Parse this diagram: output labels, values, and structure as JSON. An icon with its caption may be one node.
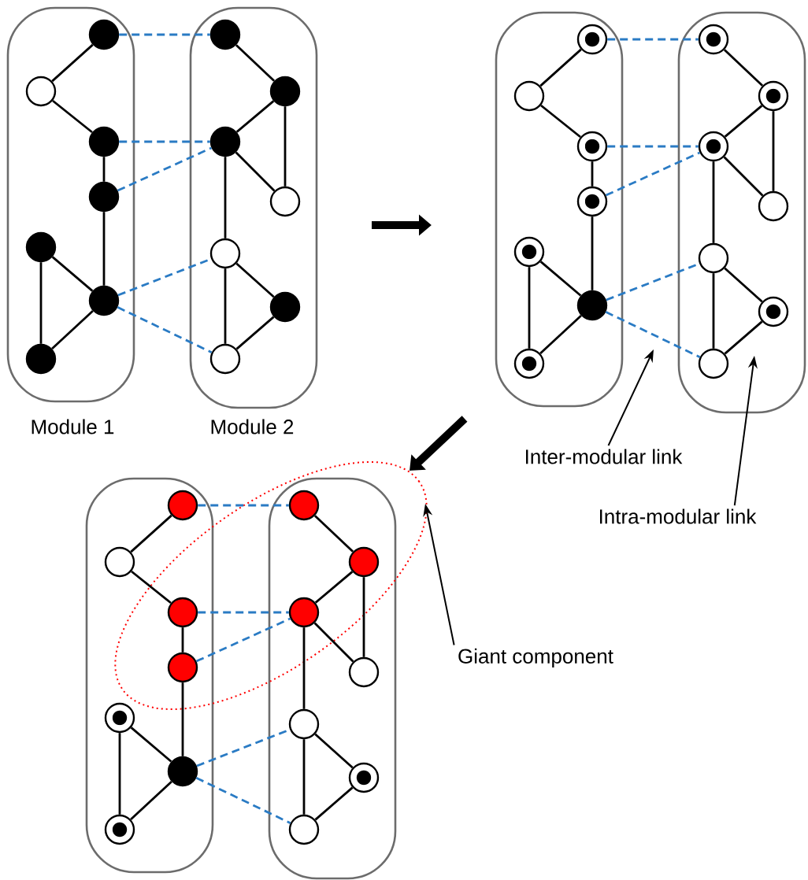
{
  "diagram": {
    "nodes": [
      {
        "text": [
          "Module 1"
        ]
      },
      {
        "text": [],
        "shape": "circle",
        "in": 0
      },
      {
        "text": [],
        "shape": "circle",
        "in": 0
      },
      {
        "text": [],
        "shape": "circle",
        "in": 0
      },
      {
        "text": [],
        "shape": "circle",
        "in": 0
      },
      {
        "text": [],
        "shape": "circle",
        "in": 0
      },
      {
        "text": [],
        "shape": "circle",
        "in": 0
      },
      {
        "text": [],
        "shape": "circle",
        "in": 0
      },
      {
        "text": [
          "Module 2"
        ]
      },
      {
        "text": [],
        "shape": "circle",
        "in": 8
      },
      {
        "text": [],
        "shape": "circle",
        "in": 8
      },
      {
        "text": [],
        "shape": "circle",
        "in": 8
      },
      {
        "text": [],
        "shape": "circle",
        "in": 8
      },
      {
        "text": [],
        "shape": "circle",
        "in": 8
      },
      {
        "text": [],
        "shape": "circle",
        "in": 8
      },
      {
        "text": [],
        "shape": "circle",
        "in": 8
      },
      {
        "text": [],
        "shape": "box"
      },
      {
        "text": [],
        "shape": "bullseye",
        "in": 16
      },
      {
        "text": [],
        "shape": "circle",
        "in": 16
      },
      {
        "text": [],
        "shape": "bullseye",
        "in": 16
      },
      {
        "text": [],
        "shape": "bullseye",
        "in": 16
      },
      {
        "text": [],
        "shape": "bullseye",
        "in": 16
      },
      {
        "text": [],
        "shape": "circle",
        "in": 16
      },
      {
        "text": [],
        "shape": "bullseye",
        "in": 16
      },
      {
        "text": [],
        "shape": "box"
      },
      {
        "text": [],
        "shape": "bullseye",
        "in": 24
      },
      {
        "text": [],
        "shape": "bullseye",
        "in": 24
      },
      {
        "text": [],
        "shape": "bullseye",
        "in": 24
      },
      {
        "text": [],
        "shape": "circle",
        "in": 24
      },
      {
        "text": [],
        "shape": "circle",
        "in": 24
      },
      {
        "text": [],
        "shape": "bullseye",
        "in": 24
      },
      {
        "text": [],
        "shape": "circle",
        "in": 24
      },
      {
        "text": [],
        "shape": "box"
      },
      {
        "text": [],
        "shape": "circle",
        "in": 32
      },
      {
        "text": [],
        "shape": "circle",
        "in": 32
      },
      {
        "text": [],
        "shape": "circle",
        "in": 32
      },
      {
        "text": [],
        "shape": "circle",
        "in": 32
      },
      {
        "text": [],
        "shape": "bullseye",
        "in": 32
      },
      {
        "text": [],
        "shape": "circle",
        "in": 32
      },
      {
        "text": [],
        "shape": "bullseye",
        "in": 32
      },
      {
        "text": [],
        "shape": "box"
      },
      {
        "text": [],
        "shape": "circle",
        "in": 40
      },
      {
        "text": [],
        "shape": "circle",
        "in": 40
      },
      {
        "text": [],
        "shape": "circle",
        "in": 40
      },
      {
        "text": [],
        "shape": "circle",
        "in": 40
      },
      {
        "text": [],
        "shape": "circle",
        "in": 40
      },
      {
        "text": [],
        "shape": "bullseye",
        "in": 40
      },
      {
        "text": [],
        "shape": "circle",
        "in": 40
      },
      {
        "text": [
          "Inter-modular link"
        ]
      },
      {
        "text": [
          "Intra-modular link"
        ]
      },
      {
        "text": [
          "Giant component"
        ]
      }
    ],
    "edges": [
      {
        "from": 1,
        "to": 2,
        "arrow": "none"
      },
      {
        "from": 2,
        "to": 3,
        "arrow": "none"
      },
      {
        "from": 3,
        "to": 4,
        "arrow": "none"
      },
      {
        "from": 4,
        "to": 6,
        "arrow": "none"
      },
      {
        "from": 5,
        "to": 6,
        "arrow": "none"
      },
      {
        "from": 5,
        "to": 7,
        "arrow": "none"
      },
      {
        "from": 6,
        "to": 7,
        "arrow": "none"
      },
      {
        "from": 9,
        "to": 10,
        "arrow": "none"
      },
      {
        "from": 10,
        "to": 11,
        "arrow": "none"
      },
      {
        "from": 10,
        "to": 12,
        "arrow": "none"
      },
      {
        "from": 11,
        "to": 12,
        "arrow": "none"
      },
      {
        "from": 11,
        "to": 13,
        "arrow": "none"
      },
      {
        "from": 13,
        "to": 14,
        "arrow": "none"
      },
      {
        "from": 13,
        "to": 15,
        "arrow": "none"
      },
      {
        "from": 14,
        "to": 15,
        "arrow": "none"
      },
      {
        "from": 1,
        "to": 9,
        "arrow": "none",
        "style": "dashed",
        "color": "#2a7bc4"
      },
      {
        "from": 3,
        "to": 11,
        "arrow": "none",
        "style": "dashed",
        "color": "#2a7bc4"
      },
      {
        "from": 4,
        "to": 11,
        "arrow": "none",
        "style": "dashed",
        "color": "#2a7bc4"
      },
      {
        "from": 6,
        "to": 13,
        "arrow": "none",
        "style": "dashed",
        "color": "#2a7bc4"
      },
      {
        "from": 6,
        "to": 15,
        "arrow": "none",
        "style": "dashed",
        "color": "#2a7bc4"
      },
      {
        "from": 17,
        "to": 18,
        "arrow": "none"
      },
      {
        "from": 18,
        "to": 19,
        "arrow": "none"
      },
      {
        "from": 19,
        "to": 20,
        "arrow": "none"
      },
      {
        "from": 20,
        "to": 22,
        "arrow": "none"
      },
      {
        "from": 21,
        "to": 22,
        "arrow": "none"
      },
      {
        "from": 21,
        "to": 23,
        "arrow": "none"
      },
      {
        "from": 22,
        "to": 23,
        "arrow": "none"
      },
      {
        "from": 25,
        "to": 26,
        "arrow": "none"
      },
      {
        "from": 26,
        "to": 27,
        "arrow": "none"
      },
      {
        "from": 26,
        "to": 28,
        "arrow": "none"
      },
      {
        "from": 27,
        "to": 28,
        "arrow": "none"
      },
      {
        "from": 27,
        "to": 29,
        "arrow": "none"
      },
      {
        "from": 29,
        "to": 30,
        "arrow": "none"
      },
      {
        "from": 29,
        "to": 31,
        "arrow": "none"
      },
      {
        "from": 30,
        "to": 31,
        "arrow": "none"
      },
      {
        "from": 17,
        "to": 25,
        "arrow": "none",
        "style": "dashed",
        "color": "#2a7bc4"
      },
      {
        "from": 19,
        "to": 27,
        "arrow": "none",
        "style": "dashed",
        "color": "#2a7bc4"
      },
      {
        "from": 20,
        "to": 27,
        "arrow": "none",
        "style": "dashed",
        "color": "#2a7bc4"
      },
      {
        "from": 22,
        "to": 29,
        "arrow": "none",
        "style": "dashed",
        "color": "#2a7bc4"
      },
      {
        "from": 22,
        "to": 31,
        "arrow": "none",
        "style": "dashed",
        "color": "#2a7bc4"
      },
      {
        "from": 33,
        "to": 34,
        "arrow": "none"
      },
      {
        "from": 34,
        "to": 35,
        "arrow": "none"
      },
      {
        "from": 35,
        "to": 36,
        "arrow": "none"
      },
      {
        "from": 36,
        "to": 38,
        "arrow": "none"
      },
      {
        "from": 37,
        "to": 38,
        "arrow": "none"
      },
      {
        "from": 37,
        "to": 39,
        "arrow": "none"
      },
      {
        "from": 38,
        "to": 39,
        "arrow": "none"
      },
      {
        "from": 41,
        "to": 42,
        "arrow": "none"
      },
      {
        "from": 42,
        "to": 43,
        "arrow": "none"
      },
      {
        "from": 42,
        "to": 44,
        "arrow": "none"
      },
      {
        "from": 43,
        "to": 44,
        "arrow": "none"
      },
      {
        "from": 43,
        "to": 45,
        "arrow": "none"
      },
      {
        "from": 45,
        "to": 46,
        "arrow": "none"
      },
      {
        "from": 45,
        "to": 47,
        "arrow": "none"
      },
      {
        "from": 46,
        "to": 47,
        "arrow": "none"
      },
      {
        "from": 33,
        "to": 41,
        "arrow": "none",
        "style": "dashed",
        "color": "#2a7bc4"
      },
      {
        "from": 35,
        "to": 43,
        "arrow": "none",
        "style": "dashed",
        "color": "#2a7bc4"
      },
      {
        "from": 36,
        "to": 43,
        "arrow": "none",
        "style": "dashed",
        "color": "#2a7bc4"
      },
      {
        "from": 38,
        "to": 45,
        "arrow": "none",
        "style": "dashed",
        "color": "#2a7bc4"
      },
      {
        "from": 38,
        "to": 47,
        "arrow": "none",
        "style": "dashed",
        "color": "#2a7bc4"
      },
      {
        "from": 48,
        "to": null,
        "arrow": "to"
      },
      {
        "from": 49,
        "to": null,
        "arrow": "to"
      },
      {
        "from": 50,
        "to": null,
        "arrow": "to"
      }
    ]
  }
}
